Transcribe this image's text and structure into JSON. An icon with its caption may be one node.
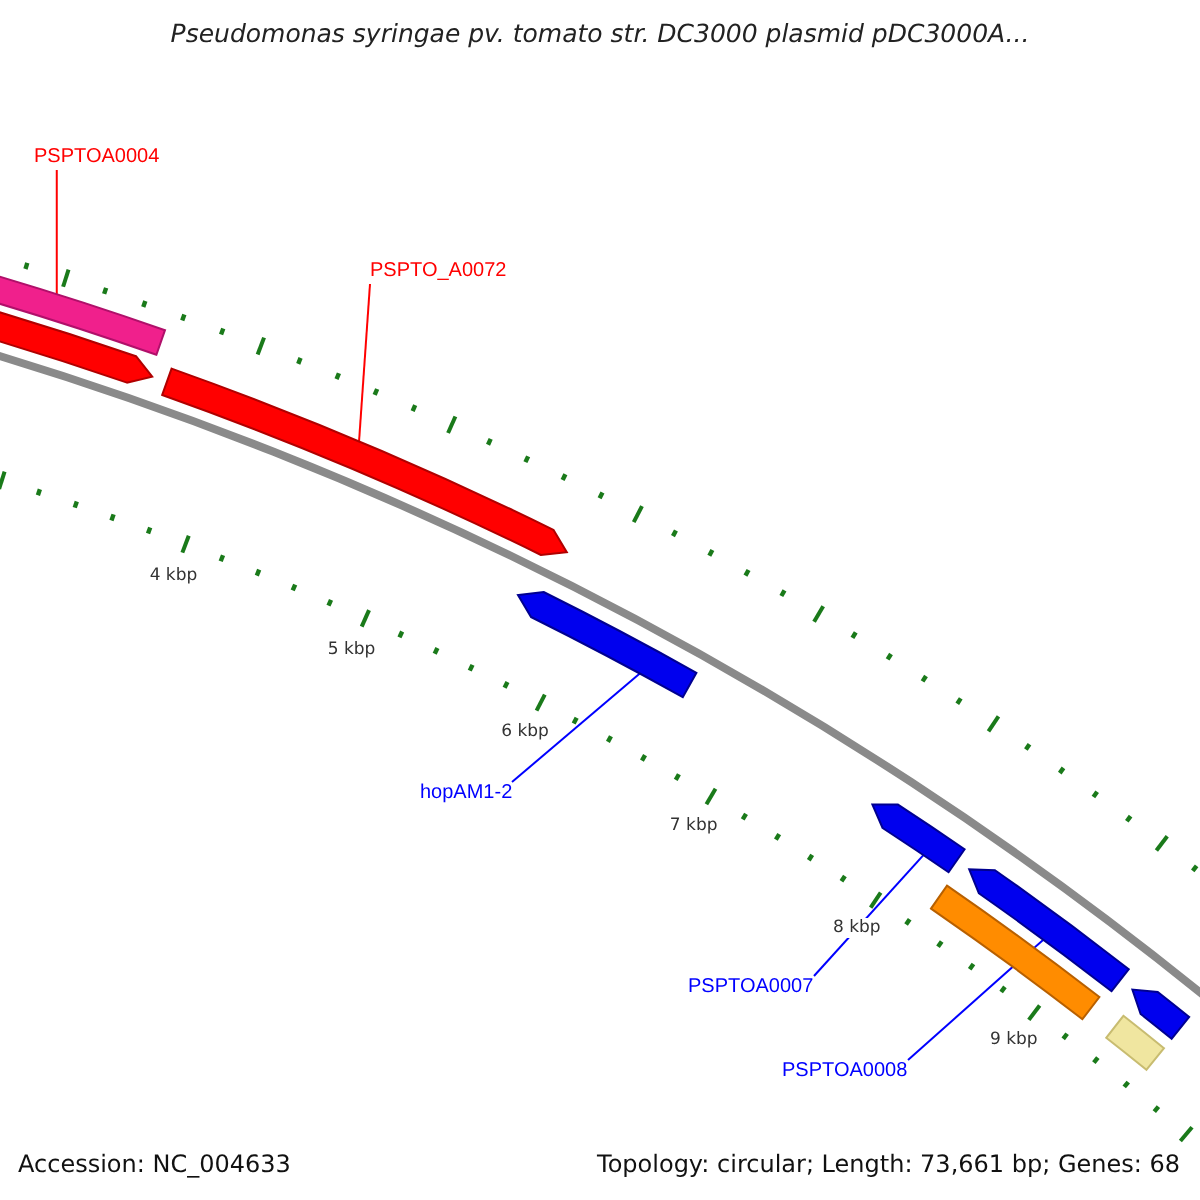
{
  "diagram": {
    "title": "Pseudomonas syringae pv. tomato str. DC3000 plasmid pDC3000A...",
    "nodes": [
      {
        "text": [
          "PSPTOA0004"
        ]
      },
      {
        "text": [
          "PSPTO_A0072"
        ]
      },
      {
        "text": [
          "hopAM1-2"
        ]
      },
      {
        "text": [
          "PSPTOA0007"
        ]
      },
      {
        "text": [
          "PSPTOA0008"
        ]
      },
      {
        "text": [],
        "shape": "bar"
      },
      {
        "text": [],
        "shape": "arrow"
      },
      {
        "text": [],
        "shape": "arrow"
      },
      {
        "text": [],
        "shape": "arrow"
      },
      {
        "text": [],
        "shape": "arrow"
      },
      {
        "text": [],
        "shape": "arrow"
      },
      {
        "text": [],
        "shape": "bar"
      },
      {
        "text": [],
        "shape": "arrow"
      },
      {
        "text": [],
        "shape": "bar"
      }
    ],
    "edges": [
      {
        "from": 0,
        "to": 5,
        "arrow": "none",
        "color": "#ff0000"
      },
      {
        "from": 1,
        "to": 7,
        "arrow": "none",
        "color": "#ff0000"
      },
      {
        "from": 2,
        "to": 8,
        "arrow": "none"
      },
      {
        "from": 3,
        "to": 9,
        "arrow": "none"
      },
      {
        "from": 4,
        "to": 10,
        "arrow": "none"
      }
    ],
    "labels": [
      "4 kbp",
      "5 kbp",
      "6 kbp",
      "7 kbp",
      "8 kbp",
      "9 kbp",
      "Accession: NC_004633",
      "Topology: circular; Length: 73,661 bp; Genes: 68"
    ]
  }
}
